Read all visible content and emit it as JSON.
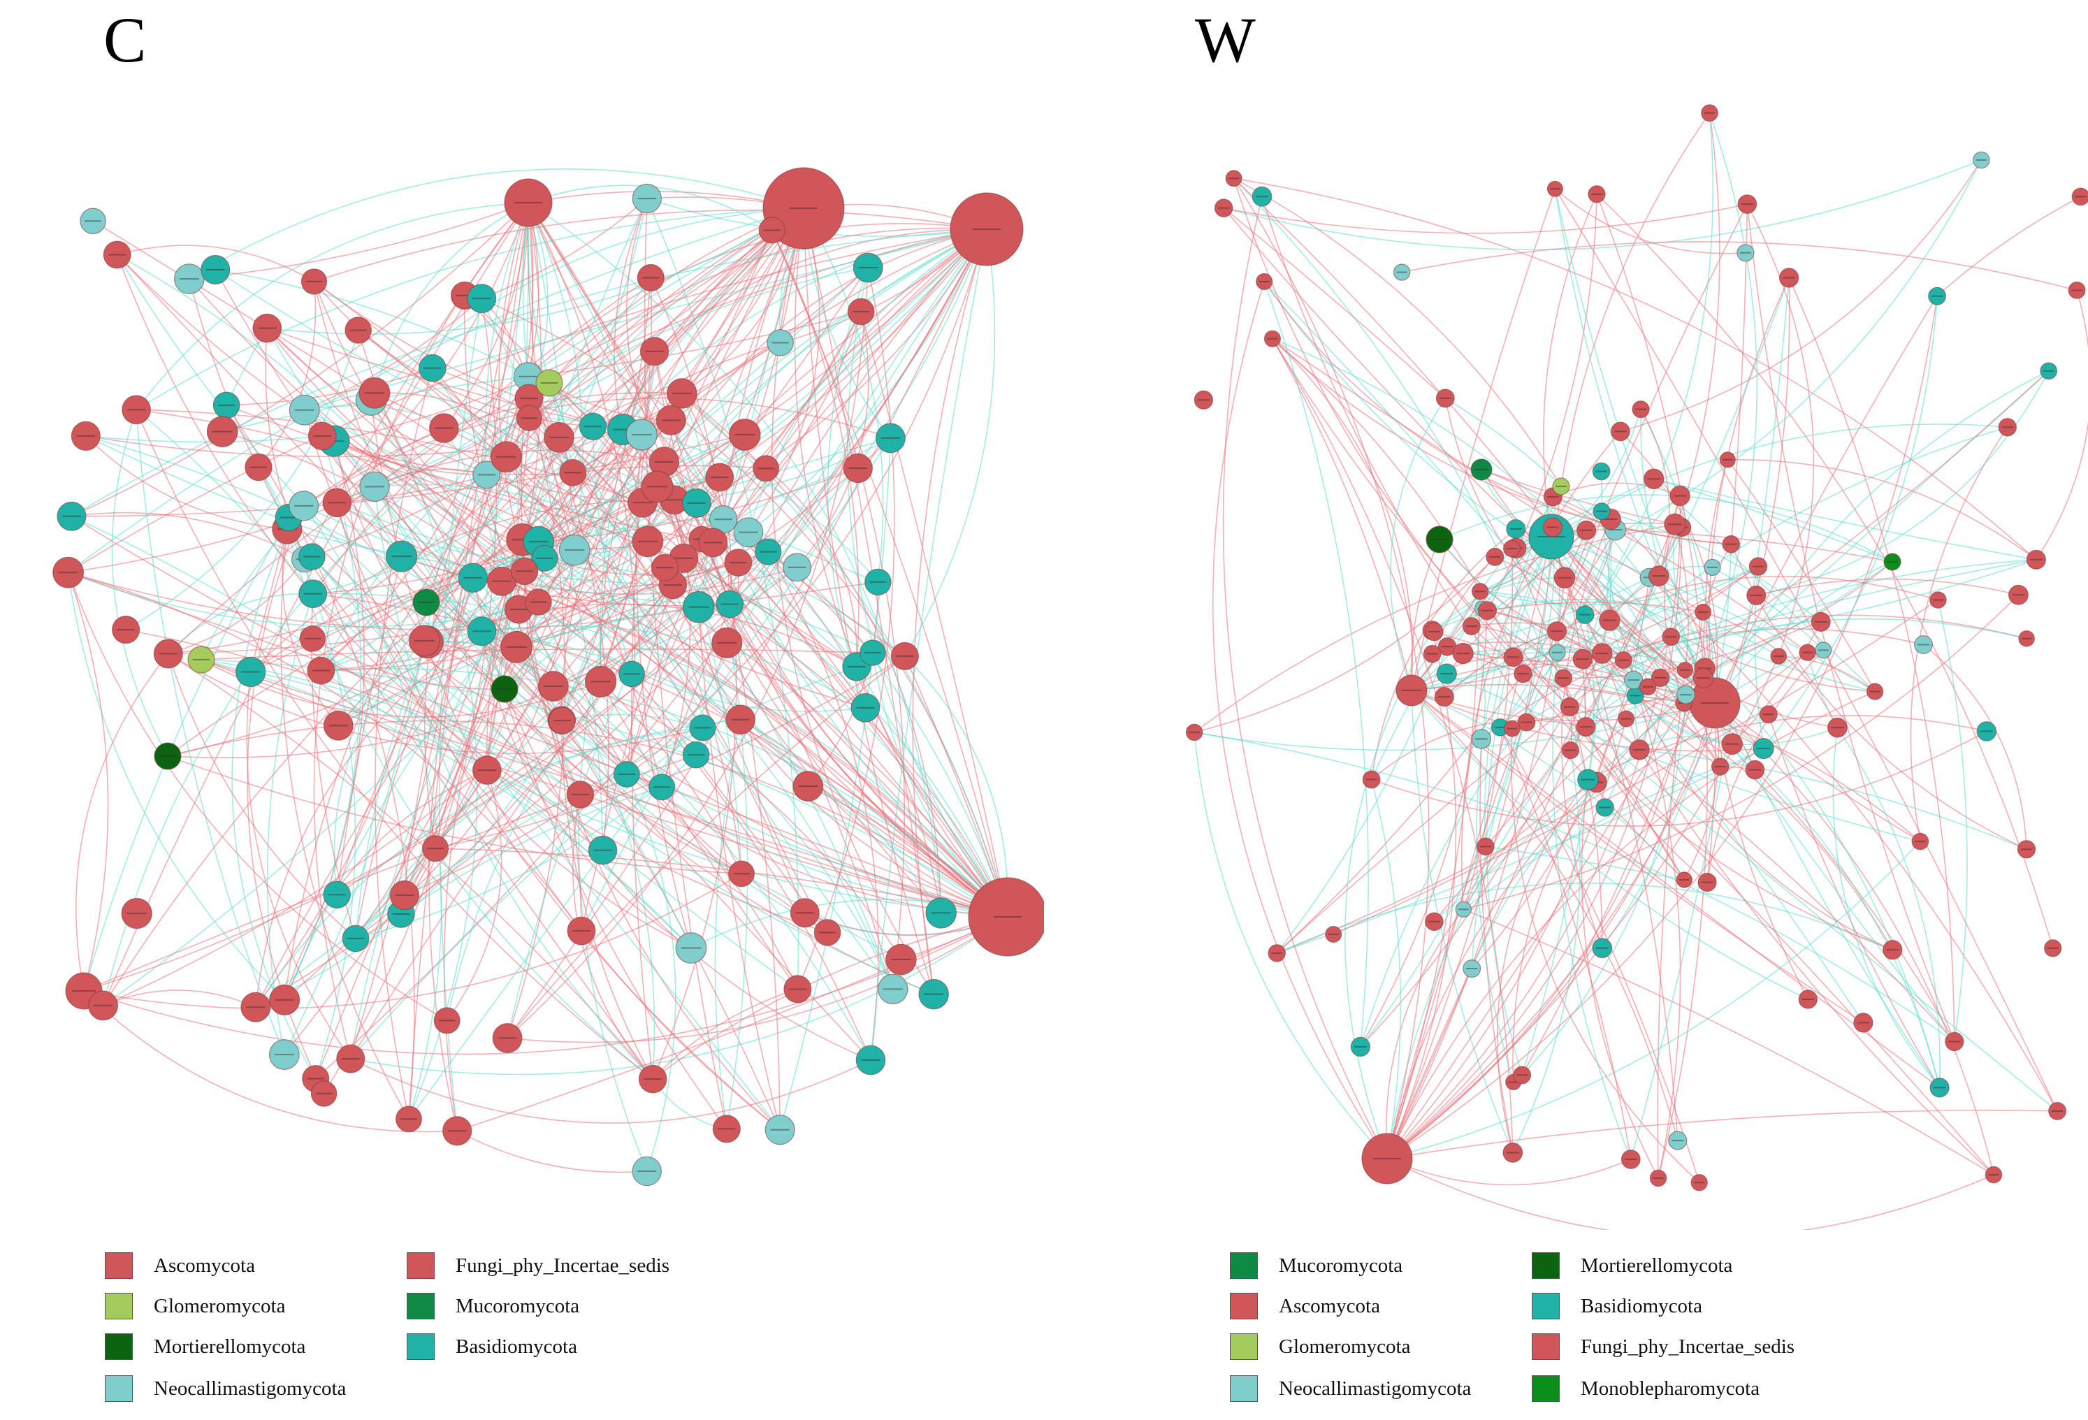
{
  "colors": {
    "Ascomycota": "#d0565a",
    "Fungi_phy_Incertae_sedis": "#d0565a",
    "Basidiomycota": "#20b2a6",
    "Neocallimastigomycota": "#7fcdcd",
    "Glomeromycota": "#a4cc5c",
    "Mortierellomycota": "#0c6410",
    "Mucoromycota": "#0f8a44",
    "Monoblepharomycota": "#0b8f1a",
    "edge_positive": "#ea6f78",
    "edge_negative": "#59dccc"
  },
  "panels": [
    {
      "letter": "C",
      "legend": [
        {
          "label": "Ascomycota",
          "color": "#d0565a"
        },
        {
          "label": "Glomeromycota",
          "color": "#a4cc5c"
        },
        {
          "label": "Mortierellomycota",
          "color": "#0c6410"
        },
        {
          "label": "Neocallimastigomycota",
          "color": "#7fcdcd"
        },
        {
          "label": "Fungi_phy_Incertae_sedis",
          "color": "#d0565a"
        },
        {
          "label": "Mucoromycota",
          "color": "#0f8a44"
        },
        {
          "label": "Basidiomycota",
          "color": "#20b2a6"
        }
      ],
      "network": {
        "seed": 1717,
        "edges": 520,
        "positive_share": 0.62
      }
    },
    {
      "letter": "W",
      "legend": [
        {
          "label": "Mucoromycota",
          "color": "#0f8a44"
        },
        {
          "label": "Ascomycota",
          "color": "#d0565a"
        },
        {
          "label": "Glomeromycota",
          "color": "#a4cc5c"
        },
        {
          "label": "Neocallimastigomycota",
          "color": "#7fcdcd"
        },
        {
          "label": "Mortierellomycota",
          "color": "#0c6410"
        },
        {
          "label": "Basidiomycota",
          "color": "#20b2a6"
        },
        {
          "label": "Fungi_phy_Incertae_sedis",
          "color": "#d0565a"
        },
        {
          "label": "Monoblepharomycota",
          "color": "#0b8f1a"
        }
      ],
      "network": {
        "seed": 4242,
        "edges": 330,
        "positive_share": 0.6
      }
    }
  ]
}
